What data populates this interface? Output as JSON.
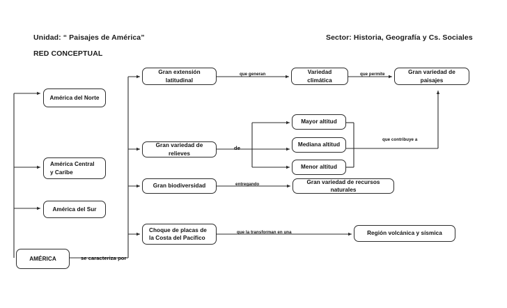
{
  "header": {
    "unit": "Unidad: “ Paisajes de América”",
    "sector": "Sector: Historia, Geografía y Cs. Sociales",
    "subtitle": "RED CONCEPTUAL"
  },
  "nodes": {
    "america": "AMÉRICA",
    "north": "América del Norte",
    "central": "América Central y Caribe",
    "south": "América del Sur",
    "latitude": "Gran extensión latitudinal",
    "climate": "Variedad climática",
    "landscapes": "Gran variedad de paisajes",
    "relief": "Gran variedad de relieves",
    "alt_high": "Mayor altitud",
    "alt_mid": "Mediana altitud",
    "alt_low": "Menor altitud",
    "biodiversity": "Gran biodiversidad",
    "resources": "Gran variedad de recursos naturales",
    "plates": "Choque de placas de la Costa del Pacífico",
    "volcanic": "Región volcánica y sísmica"
  },
  "edge_labels": {
    "caracteriza": "se caracteriza  por",
    "que_generan": "que generan",
    "que_permite": "que permite",
    "de": "de",
    "que_contribuye": "que contribuye a",
    "entregando": "entregando",
    "transforman": "que la transforman en una"
  },
  "colors": {
    "background": "#ffffff",
    "stroke": "#2b2b2b",
    "text": "#111111"
  }
}
